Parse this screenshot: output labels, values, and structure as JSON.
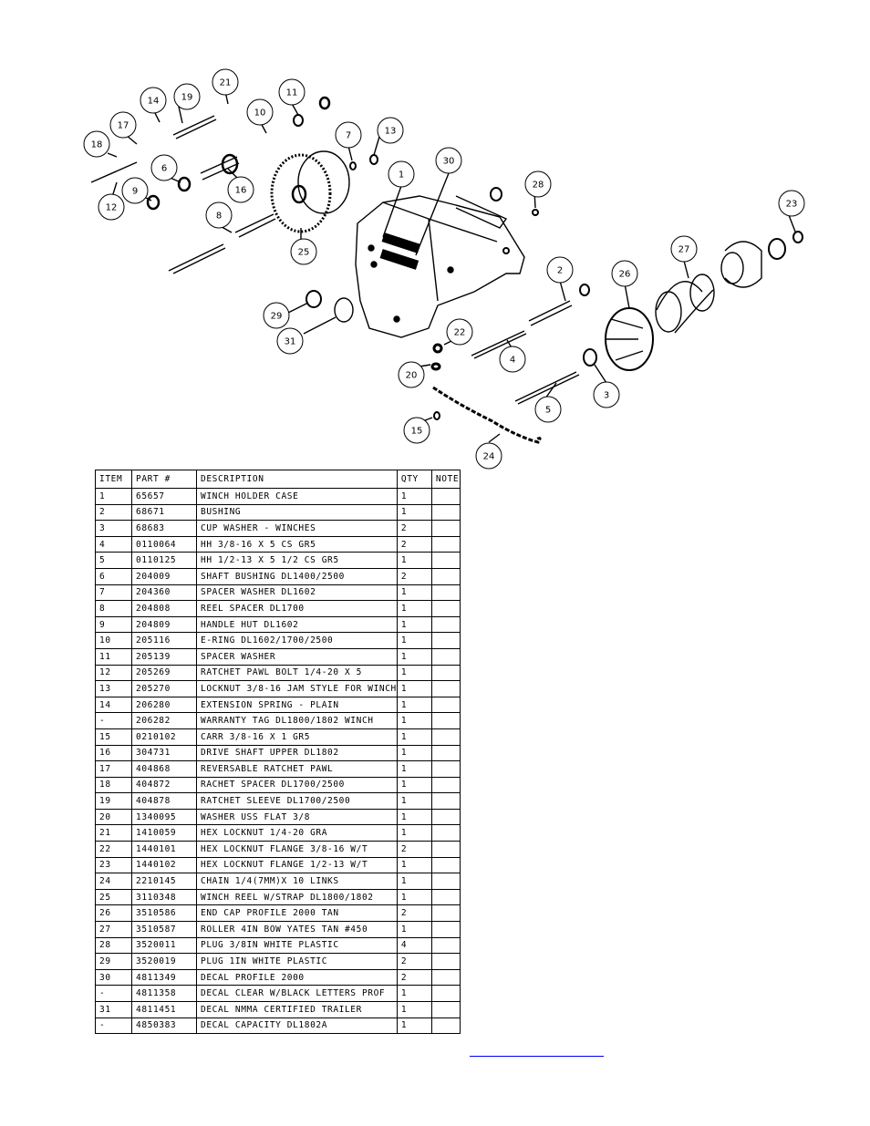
{
  "diagram": {
    "callouts": [
      "1",
      "2",
      "3",
      "4",
      "5",
      "6",
      "7",
      "8",
      "9",
      "10",
      "11",
      "12",
      "13",
      "14",
      "15",
      "16",
      "17",
      "18",
      "19",
      "20",
      "21",
      "22",
      "23",
      "24",
      "25",
      "26",
      "27",
      "28",
      "29",
      "30",
      "31"
    ]
  },
  "table": {
    "headers": [
      "ITEM",
      "PART #",
      "DESCRIPTION",
      "QTY",
      "NOTE"
    ],
    "rows": [
      {
        "item": "1",
        "part": "65657",
        "desc": "WINCH HOLDER CASE",
        "qty": "1",
        "note": ""
      },
      {
        "item": "2",
        "part": "68671",
        "desc": "BUSHING",
        "qty": "1",
        "note": ""
      },
      {
        "item": "3",
        "part": "68683",
        "desc": "CUP WASHER - WINCHES",
        "qty": "2",
        "note": ""
      },
      {
        "item": "4",
        "part": "0110064",
        "desc": "HH 3/8-16 X 5 CS GR5",
        "qty": "2",
        "note": ""
      },
      {
        "item": "5",
        "part": "0110125",
        "desc": "HH 1/2-13 X 5 1/2 CS GR5",
        "qty": "1",
        "note": ""
      },
      {
        "item": "6",
        "part": "204009",
        "desc": "SHAFT BUSHING  DL1400/2500",
        "qty": "2",
        "note": ""
      },
      {
        "item": "7",
        "part": "204360",
        "desc": "SPACER WASHER  DL1602",
        "qty": "1",
        "note": ""
      },
      {
        "item": "8",
        "part": "204808",
        "desc": "REEL SPACER  DL1700",
        "qty": "1",
        "note": ""
      },
      {
        "item": "9",
        "part": "204809",
        "desc": "HANDLE HUT  DL1602",
        "qty": "1",
        "note": ""
      },
      {
        "item": "10",
        "part": "205116",
        "desc": "E-RING DL1602/1700/2500",
        "qty": "1",
        "note": ""
      },
      {
        "item": "11",
        "part": "205139",
        "desc": "SPACER WASHER",
        "qty": "1",
        "note": ""
      },
      {
        "item": "12",
        "part": "205269",
        "desc": "RATCHET PAWL BOLT 1/4-20 X 5",
        "qty": "1",
        "note": ""
      },
      {
        "item": "13",
        "part": "205270",
        "desc": "LOCKNUT 3/8-16 JAM STYLE FOR WINCH",
        "qty": "1",
        "note": ""
      },
      {
        "item": "14",
        "part": "206280",
        "desc": "EXTENSION SPRING - PLAIN",
        "qty": "1",
        "note": ""
      },
      {
        "item": "-",
        "part": "206282",
        "desc": "WARRANTY TAG DL1800/1802 WINCH",
        "qty": "1",
        "note": ""
      },
      {
        "item": "15",
        "part": "0210102",
        "desc": "CARR 3/8-16 X 1 GR5",
        "qty": "1",
        "note": ""
      },
      {
        "item": "16",
        "part": "304731",
        "desc": "DRIVE SHAFT UPPER  DL1802",
        "qty": "1",
        "note": ""
      },
      {
        "item": "17",
        "part": "404868",
        "desc": "REVERSABLE RATCHET PAWL",
        "qty": "1",
        "note": ""
      },
      {
        "item": "18",
        "part": "404872",
        "desc": "RACHET SPACER  DL1700/2500",
        "qty": "1",
        "note": ""
      },
      {
        "item": "19",
        "part": "404878",
        "desc": "RATCHET SLEEVE  DL1700/2500",
        "qty": "1",
        "note": ""
      },
      {
        "item": "20",
        "part": "1340095",
        "desc": "WASHER USS FLAT 3/8",
        "qty": "1",
        "note": ""
      },
      {
        "item": "21",
        "part": "1410059",
        "desc": "HEX LOCKNUT 1/4-20 GRA",
        "qty": "1",
        "note": ""
      },
      {
        "item": "22",
        "part": "1440101",
        "desc": "HEX LOCKNUT FLANGE 3/8-16 W/T",
        "qty": "2",
        "note": ""
      },
      {
        "item": "23",
        "part": "1440102",
        "desc": "HEX LOCKNUT FLANGE 1/2-13 W/T",
        "qty": "1",
        "note": ""
      },
      {
        "item": "24",
        "part": "2210145",
        "desc": "CHAIN 1/4(7MM)X 10 LINKS",
        "qty": "1",
        "note": ""
      },
      {
        "item": "25",
        "part": "3110348",
        "desc": "WINCH REEL W/STRAP  DL1800/1802",
        "qty": "1",
        "note": ""
      },
      {
        "item": "26",
        "part": "3510586",
        "desc": "END CAP PROFILE 2000 TAN",
        "qty": "2",
        "note": ""
      },
      {
        "item": "27",
        "part": "3510587",
        "desc": "ROLLER 4IN BOW YATES TAN #450",
        "qty": "1",
        "note": ""
      },
      {
        "item": "28",
        "part": "3520011",
        "desc": "PLUG  3/8IN WHITE PLASTIC",
        "qty": "4",
        "note": ""
      },
      {
        "item": "29",
        "part": "3520019",
        "desc": "PLUG  1IN WHITE PLASTIC",
        "qty": "2",
        "note": ""
      },
      {
        "item": "30",
        "part": "4811349",
        "desc": "DECAL PROFILE 2000",
        "qty": "2",
        "note": ""
      },
      {
        "item": "-",
        "part": "4811358",
        "desc": "DECAL CLEAR W/BLACK LETTERS PROF",
        "qty": "1",
        "note": ""
      },
      {
        "item": "31",
        "part": "4811451",
        "desc": "DECAL NMMA CERTIFIED TRAILER",
        "qty": "1",
        "note": ""
      },
      {
        "item": "-",
        "part": "4850383",
        "desc": "DECAL CAPACITY DL1802A",
        "qty": "1",
        "note": ""
      }
    ]
  }
}
